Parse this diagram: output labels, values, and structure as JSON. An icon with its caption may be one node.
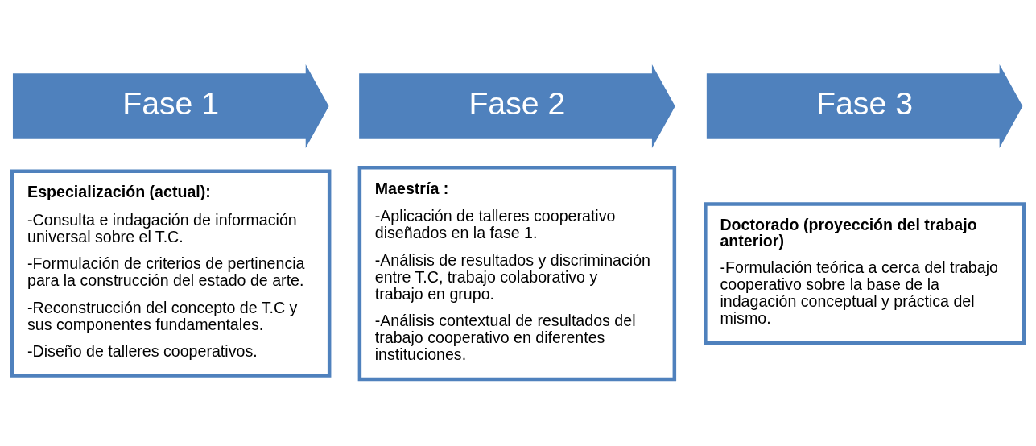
{
  "diagram": {
    "nodes": [
      {
        "text": [
          "Fase 1"
        ]
      },
      {
        "text": [
          "Especialización (actual):",
          "-Consulta e indagación de información universal sobre el T.C.",
          "-Formulación de criterios de pertinencia para la construcción del estado de arte.",
          "-Reconstrucción del concepto de T.C y sus componentes fundamentales.",
          "-Diseño de talleres cooperativos."
        ]
      },
      {
        "text": [
          "Fase 2"
        ]
      },
      {
        "text": [
          "Maestría :",
          "-Aplicación de talleres cooperativo diseñados en la fase 1.",
          "-Análisis de resultados y discriminación entre T.C, trabajo colaborativo y trabajo en grupo.",
          "-Análisis contextual de resultados del trabajo cooperativo en diferentes instituciones."
        ]
      },
      {
        "text": [
          "Fase 3"
        ]
      },
      {
        "text": [
          "Doctorado (proyección del trabajo anterior)",
          "-Formulación teórica a cerca del trabajo cooperativo sobre la base de la indagación conceptual y práctica del mismo."
        ]
      }
    ]
  }
}
